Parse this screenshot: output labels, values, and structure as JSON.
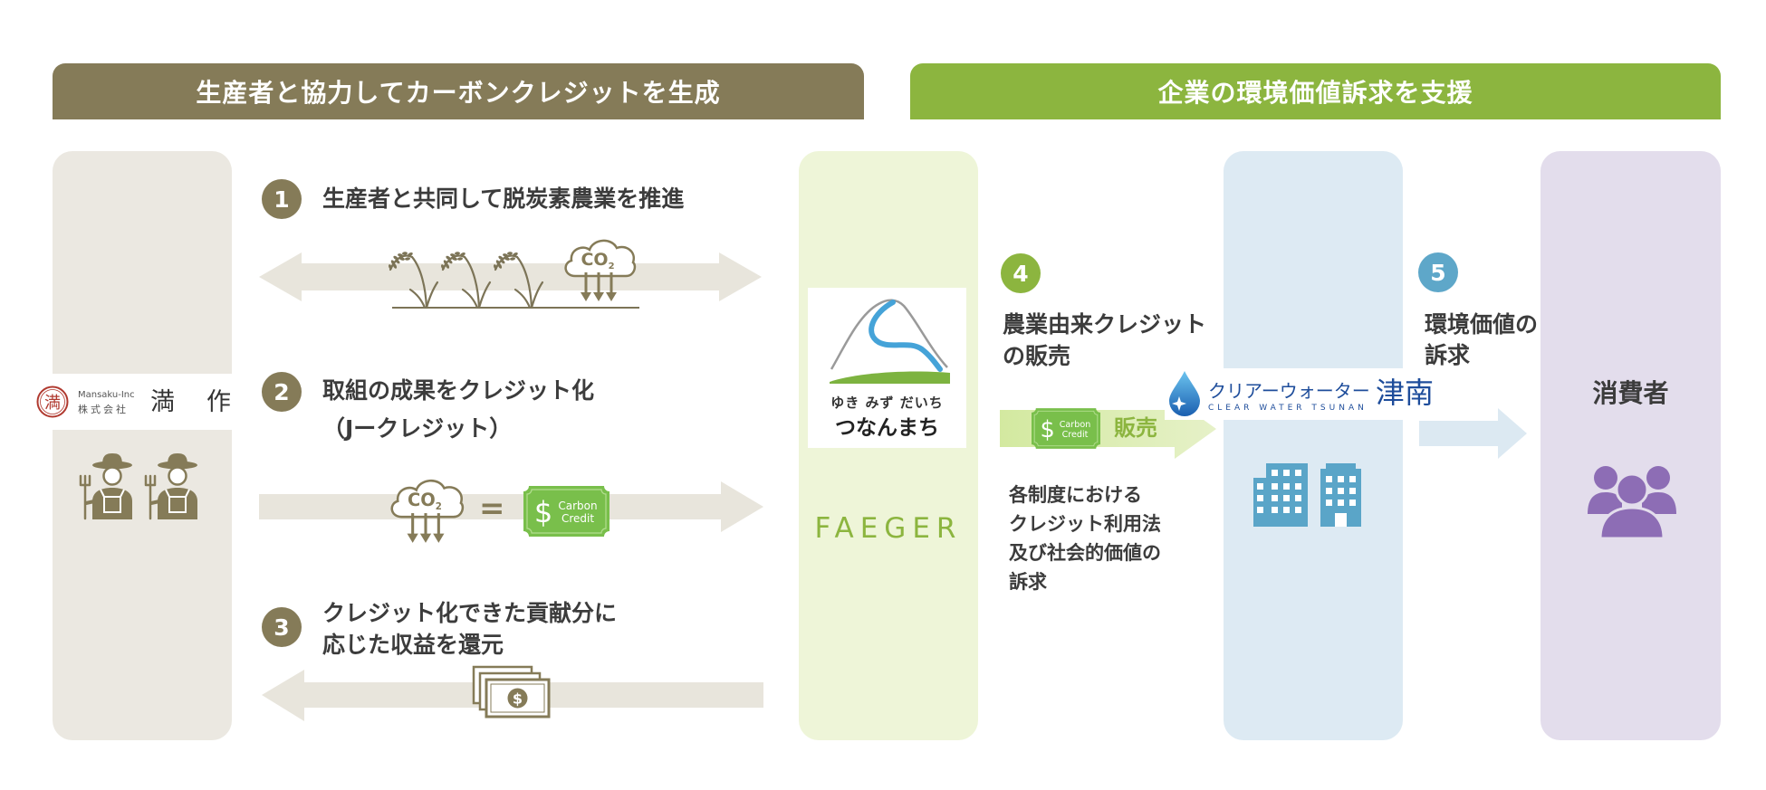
{
  "header": {
    "left_title": "生産者と協力してカーボンクレジットを生成",
    "right_title": "企業の環境価値訴求を支援"
  },
  "producer": {
    "logo_char": "満",
    "company_en": "Mansaku-Inc",
    "company_type": "株式会社",
    "company_name": "満　作"
  },
  "steps": [
    {
      "number": "1",
      "lines": [
        "生産者と共同して脱炭素農業を推進"
      ]
    },
    {
      "number": "2",
      "lines": [
        "取組の成果をクレジット化",
        "（Jークレジット）"
      ]
    },
    {
      "number": "3",
      "lines": [
        "クレジット化できた貢献分に",
        "応じた収益を還元"
      ]
    },
    {
      "number": "4",
      "lines": [
        "農業由来クレジット",
        "の販売"
      ],
      "arrow_label": "販売",
      "notes": [
        "各制度における",
        "クレジット利用法",
        "及び社会的価値の",
        "訴求"
      ]
    },
    {
      "number": "5",
      "lines": [
        "環境価値の",
        "訴求"
      ]
    }
  ],
  "co2_label": {
    "main": "CO",
    "sub": "2"
  },
  "equals": "=",
  "carbon_credit": {
    "symbol": "$",
    "line1": "Carbon",
    "line2": "Credit"
  },
  "money_symbol": "$",
  "faeger": {
    "logo_sub": "ゆき みず だいち",
    "logo_name": "つなんまち",
    "brand": "FAEGER"
  },
  "clear_water": {
    "name_kana": "クリアーウォーター",
    "name_en": "CLEAR WATER TSUNAN",
    "name_kanji": "津南"
  },
  "consumer": {
    "label": "消費者"
  },
  "colors": {
    "olive": "#857b58",
    "green": "#8cb53f",
    "blue": "#5ea7c9",
    "purple": "#8d6db5",
    "brand_red": "#b0392f",
    "brand_navy": "#1e4d9b",
    "producer_column": "#ebe8e1",
    "faeger_column": "#eef5d8",
    "company_column": "#ddeaf3",
    "consumer_column": "#e3ddec"
  },
  "icons": {
    "farmer": "farmer-icon",
    "rice": "rice-plant-icon",
    "co2": "co2-cloud-icon",
    "credit": "carbon-credit-icon",
    "money": "money-stack-icon",
    "mountain": "mountain-logo-icon",
    "water_drop": "water-drop-icon",
    "buildings": "buildings-icon",
    "people": "people-group-icon"
  }
}
